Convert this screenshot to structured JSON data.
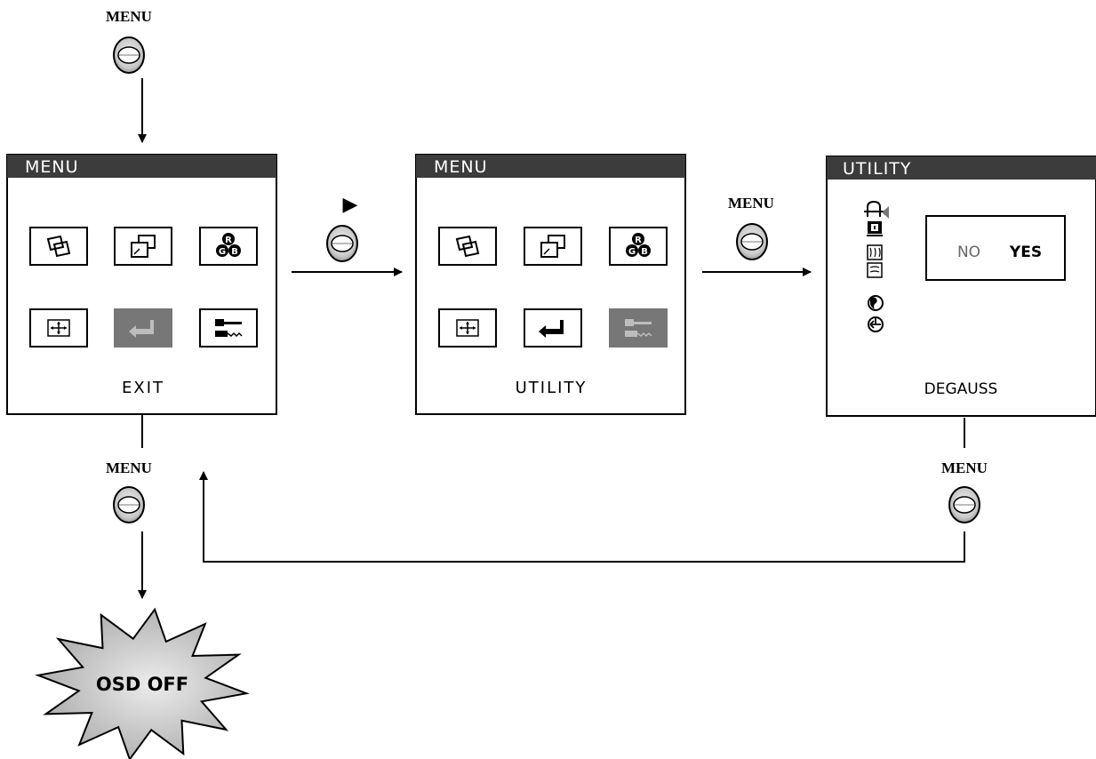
{
  "labels": {
    "menu_top": "MENU",
    "menu_middle": "MENU",
    "menu_bottom_left": "MENU",
    "menu_bottom_right": "MENU",
    "right_arrow_glyph": "▶"
  },
  "panels": {
    "left": {
      "title": "MENU",
      "caption": "EXIT"
    },
    "middle": {
      "title": "MENU",
      "caption": "UTILITY"
    },
    "right": {
      "title": "UTILITY",
      "caption": "DEGAUSS",
      "choice_no": "NO",
      "choice_yes": "YES"
    }
  },
  "osd_off": "OSD OFF",
  "colors": {
    "titlebar": "#3c3c3c",
    "highlight_icon": "#777777",
    "button_fill": "#c8c8c8",
    "starburst": "#c8c8c8"
  },
  "icons": {
    "grid": [
      "position-icon",
      "size-icon",
      "rgb-color-icon",
      "geometry-icon",
      "exit-icon",
      "utility-icon"
    ],
    "utility_list": [
      "degauss-icon",
      "osd-lock-icon",
      "moire-h-icon",
      "moire-v-icon",
      "language-icon",
      "recall-icon"
    ]
  }
}
